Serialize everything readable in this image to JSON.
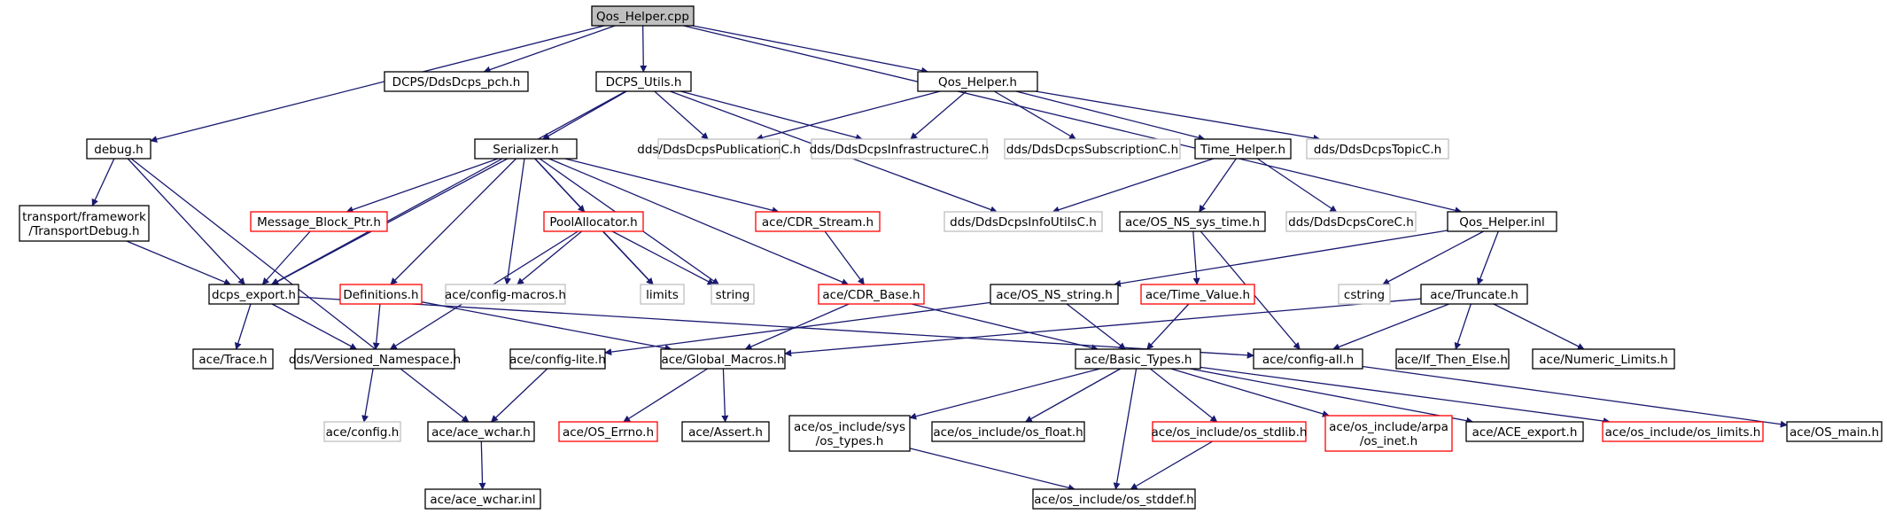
{
  "colors": {
    "edge": "#191970",
    "node_fill": "#ffffff",
    "root_fill": "#bfbfbf",
    "border_normal": "#000000",
    "border_red": "#ff0000",
    "border_gray": "#bfbfbf",
    "text": "#000000"
  },
  "nodes": [
    {
      "id": "qos_cpp",
      "lines": [
        "Qos_Helper.cpp"
      ],
      "style": "root"
    },
    {
      "id": "pch",
      "lines": [
        "DCPS/DdsDcps_pch.h"
      ],
      "style": "normal"
    },
    {
      "id": "dcps_utils",
      "lines": [
        "DCPS_Utils.h"
      ],
      "style": "normal"
    },
    {
      "id": "qos_h",
      "lines": [
        "Qos_Helper.h"
      ],
      "style": "normal"
    },
    {
      "id": "debug",
      "lines": [
        "debug.h"
      ],
      "style": "normal"
    },
    {
      "id": "serializer",
      "lines": [
        "Serializer.h"
      ],
      "style": "normal"
    },
    {
      "id": "pubc",
      "lines": [
        "dds/DdsDcpsPublicationC.h"
      ],
      "style": "gray"
    },
    {
      "id": "infrac",
      "lines": [
        "dds/DdsDcpsInfrastructureC.h"
      ],
      "style": "gray"
    },
    {
      "id": "subc",
      "lines": [
        "dds/DdsDcpsSubscriptionC.h"
      ],
      "style": "gray"
    },
    {
      "id": "time_helper",
      "lines": [
        "Time_Helper.h"
      ],
      "style": "normal"
    },
    {
      "id": "topicc",
      "lines": [
        "dds/DdsDcpsTopicC.h"
      ],
      "style": "gray"
    },
    {
      "id": "transport_debug",
      "lines": [
        "transport/framework",
        "/TransportDebug.h"
      ],
      "style": "normal"
    },
    {
      "id": "msg_block",
      "lines": [
        "Message_Block_Ptr.h"
      ],
      "style": "red"
    },
    {
      "id": "pool_alloc",
      "lines": [
        "PoolAllocator.h"
      ],
      "style": "red"
    },
    {
      "id": "cdr_stream",
      "lines": [
        "ace/CDR_Stream.h"
      ],
      "style": "red"
    },
    {
      "id": "infoutils",
      "lines": [
        "dds/DdsDcpsInfoUtilsC.h"
      ],
      "style": "gray"
    },
    {
      "id": "os_ns_sys_time",
      "lines": [
        "ace/OS_NS_sys_time.h"
      ],
      "style": "normal"
    },
    {
      "id": "corec",
      "lines": [
        "dds/DdsDcpsCoreC.h"
      ],
      "style": "gray"
    },
    {
      "id": "qos_inl",
      "lines": [
        "Qos_Helper.inl"
      ],
      "style": "normal"
    },
    {
      "id": "dcps_export",
      "lines": [
        "dcps_export.h"
      ],
      "style": "normal"
    },
    {
      "id": "definitions",
      "lines": [
        "Definitions.h"
      ],
      "style": "red"
    },
    {
      "id": "config_macros",
      "lines": [
        "ace/config-macros.h"
      ],
      "style": "gray"
    },
    {
      "id": "limits",
      "lines": [
        "limits"
      ],
      "style": "gray"
    },
    {
      "id": "string",
      "lines": [
        "string"
      ],
      "style": "gray"
    },
    {
      "id": "cdr_base",
      "lines": [
        "ace/CDR_Base.h"
      ],
      "style": "red"
    },
    {
      "id": "os_ns_string",
      "lines": [
        "ace/OS_NS_string.h"
      ],
      "style": "normal"
    },
    {
      "id": "time_value",
      "lines": [
        "ace/Time_Value.h"
      ],
      "style": "red"
    },
    {
      "id": "cstring",
      "lines": [
        "cstring"
      ],
      "style": "gray"
    },
    {
      "id": "truncate",
      "lines": [
        "ace/Truncate.h"
      ],
      "style": "normal"
    },
    {
      "id": "ace_trace",
      "lines": [
        "ace/Trace.h"
      ],
      "style": "normal"
    },
    {
      "id": "versioned_ns",
      "lines": [
        "dds/Versioned_Namespace.h"
      ],
      "style": "normal"
    },
    {
      "id": "config_lite",
      "lines": [
        "ace/config-lite.h"
      ],
      "style": "normal"
    },
    {
      "id": "global_macros",
      "lines": [
        "ace/Global_Macros.h"
      ],
      "style": "normal"
    },
    {
      "id": "basic_types",
      "lines": [
        "ace/Basic_Types.h"
      ],
      "style": "normal"
    },
    {
      "id": "config_all",
      "lines": [
        "ace/config-all.h"
      ],
      "style": "normal"
    },
    {
      "id": "if_then_else",
      "lines": [
        "ace/If_Then_Else.h"
      ],
      "style": "normal"
    },
    {
      "id": "numeric_limits",
      "lines": [
        "ace/Numeric_Limits.h"
      ],
      "style": "normal"
    },
    {
      "id": "ace_config",
      "lines": [
        "ace/config.h"
      ],
      "style": "gray"
    },
    {
      "id": "ace_wchar",
      "lines": [
        "ace/ace_wchar.h"
      ],
      "style": "normal"
    },
    {
      "id": "os_errno",
      "lines": [
        "ace/OS_Errno.h"
      ],
      "style": "red"
    },
    {
      "id": "ace_assert",
      "lines": [
        "ace/Assert.h"
      ],
      "style": "normal"
    },
    {
      "id": "sys_types",
      "lines": [
        "ace/os_include/sys",
        "/os_types.h"
      ],
      "style": "normal"
    },
    {
      "id": "os_float",
      "lines": [
        "ace/os_include/os_float.h"
      ],
      "style": "normal"
    },
    {
      "id": "os_stdlib",
      "lines": [
        "ace/os_include/os_stdlib.h"
      ],
      "style": "red"
    },
    {
      "id": "arpa_inet",
      "lines": [
        "ace/os_include/arpa",
        "/os_inet.h"
      ],
      "style": "red"
    },
    {
      "id": "ace_export",
      "lines": [
        "ace/ACE_export.h"
      ],
      "style": "normal"
    },
    {
      "id": "os_limits",
      "lines": [
        "ace/os_include/os_limits.h"
      ],
      "style": "red"
    },
    {
      "id": "os_main",
      "lines": [
        "ace/OS_main.h"
      ],
      "style": "normal"
    },
    {
      "id": "ace_wchar_inl",
      "lines": [
        "ace/ace_wchar.inl"
      ],
      "style": "normal"
    },
    {
      "id": "os_stddef",
      "lines": [
        "ace/os_include/os_stddef.h"
      ],
      "style": "normal"
    }
  ],
  "edges": [
    [
      "qos_cpp",
      "pch"
    ],
    [
      "qos_cpp",
      "dcps_utils"
    ],
    [
      "qos_cpp",
      "qos_h"
    ],
    [
      "qos_cpp",
      "debug"
    ],
    [
      "qos_cpp",
      "qos_inl"
    ],
    [
      "dcps_utils",
      "pubc"
    ],
    [
      "dcps_utils",
      "infrac"
    ],
    [
      "dcps_utils",
      "serializer"
    ],
    [
      "dcps_utils",
      "dcps_export"
    ],
    [
      "dcps_utils",
      "infoutils"
    ],
    [
      "qos_h",
      "pubc"
    ],
    [
      "qos_h",
      "infrac"
    ],
    [
      "qos_h",
      "subc"
    ],
    [
      "qos_h",
      "time_helper"
    ],
    [
      "qos_h",
      "topicc"
    ],
    [
      "debug",
      "transport_debug"
    ],
    [
      "debug",
      "dcps_export"
    ],
    [
      "debug",
      "ace_wchar"
    ],
    [
      "transport_debug",
      "dcps_export"
    ],
    [
      "serializer",
      "msg_block"
    ],
    [
      "serializer",
      "pool_alloc"
    ],
    [
      "serializer",
      "cdr_stream"
    ],
    [
      "serializer",
      "dcps_export"
    ],
    [
      "serializer",
      "definitions"
    ],
    [
      "serializer",
      "config_macros"
    ],
    [
      "serializer",
      "limits"
    ],
    [
      "serializer",
      "string"
    ],
    [
      "serializer",
      "cdr_base"
    ],
    [
      "time_helper",
      "infoutils"
    ],
    [
      "time_helper",
      "os_ns_sys_time"
    ],
    [
      "time_helper",
      "corec"
    ],
    [
      "msg_block",
      "dcps_export"
    ],
    [
      "pool_alloc",
      "config_macros"
    ],
    [
      "pool_alloc",
      "limits"
    ],
    [
      "pool_alloc",
      "string"
    ],
    [
      "pool_alloc",
      "versioned_ns"
    ],
    [
      "cdr_stream",
      "cdr_base"
    ],
    [
      "os_ns_sys_time",
      "time_value"
    ],
    [
      "os_ns_sys_time",
      "config_all"
    ],
    [
      "qos_inl",
      "os_ns_string"
    ],
    [
      "qos_inl",
      "cstring"
    ],
    [
      "qos_inl",
      "truncate"
    ],
    [
      "dcps_export",
      "ace_trace"
    ],
    [
      "dcps_export",
      "versioned_ns"
    ],
    [
      "dcps_export",
      "config_all"
    ],
    [
      "definitions",
      "versioned_ns"
    ],
    [
      "definitions",
      "global_macros"
    ],
    [
      "cdr_base",
      "global_macros"
    ],
    [
      "cdr_base",
      "basic_types"
    ],
    [
      "os_ns_string",
      "config_lite"
    ],
    [
      "os_ns_string",
      "basic_types"
    ],
    [
      "time_value",
      "basic_types"
    ],
    [
      "truncate",
      "global_macros"
    ],
    [
      "truncate",
      "config_all"
    ],
    [
      "truncate",
      "if_then_else"
    ],
    [
      "truncate",
      "numeric_limits"
    ],
    [
      "versioned_ns",
      "ace_config"
    ],
    [
      "config_lite",
      "ace_wchar"
    ],
    [
      "global_macros",
      "os_errno"
    ],
    [
      "global_macros",
      "ace_assert"
    ],
    [
      "basic_types",
      "sys_types"
    ],
    [
      "basic_types",
      "os_float"
    ],
    [
      "basic_types",
      "os_stdlib"
    ],
    [
      "basic_types",
      "arpa_inet"
    ],
    [
      "basic_types",
      "ace_export"
    ],
    [
      "basic_types",
      "os_limits"
    ],
    [
      "basic_types",
      "os_stddef"
    ],
    [
      "config_all",
      "os_main"
    ],
    [
      "ace_wchar",
      "ace_wchar_inl"
    ],
    [
      "sys_types",
      "os_stddef"
    ],
    [
      "os_stdlib",
      "os_stddef"
    ]
  ]
}
